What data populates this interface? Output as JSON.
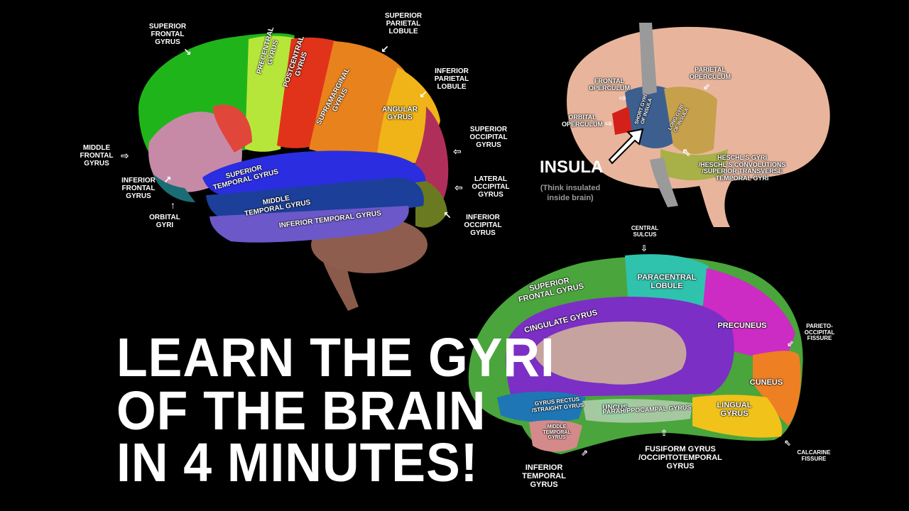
{
  "headline": {
    "line1": "LEARN THE GYRI",
    "line2": "OF THE BRAIN",
    "line3": "IN 4 MINUTES!"
  },
  "lateral": {
    "superior_frontal": "SUPERIOR\nFRONTAL\nGYRUS",
    "superior_parietal": "SUPERIOR\nPARIETAL\nLOBULE",
    "inferior_parietal": "INFERIOR\nPARIETAL\nLOBULE",
    "superior_occipital": "SUPERIOR\nOCCIPITAL\nGYRUS",
    "lateral_occipital": "LATERAL\nOCCIPITAL\nGYRUS",
    "inferior_occipital": "INFERIOR\nOCCIPITAL\nGYRUS",
    "middle_frontal": "MIDDLE\nFRONTAL\nGYRUS",
    "inferior_frontal": "INFERIOR\nFRONTAL\nGYRUS",
    "orbital": "ORBITAL\nGYRI",
    "precentral": "PRECENTRAL\nGYRUS",
    "postcentral": "POSTCENTRAL\nGYRUS",
    "supramarginal": "SUPRAMARGINAL\nGYRUS",
    "angular": "ANGULAR\nGYRUS",
    "superior_temporal": "SUPERIOR\nTEMPORAL GYRUS",
    "middle_temporal": "MIDDLE\nTEMPORAL GYRUS",
    "inferior_temporal": "INFERIOR TEMPORAL GYRUS"
  },
  "insula_panel": {
    "title": "INSULA",
    "note": "(Think insulated\ninside brain)",
    "frontal_operculum": "FRONTAL\nOPERCULUM",
    "parietal_operculum": "PARIETAL\nOPERCULUM",
    "orbital_operculum": "ORBITAL\nOPERCULUM",
    "short_gyri": "SHORT GYRI\nOF INSULA",
    "long_gyri": "LONG GYRI\nOF INSULA",
    "heschl": "HESCHL'S GYRI\n/HESCHL'S CONVOLUTIONS\n/SUPERIOR TRANSVERSE\nTEMPORAL GYRI"
  },
  "medial": {
    "central_sulcus": "CENTRAL\nSULCUS",
    "paracentral": "PARACENTRAL\nLOBULE",
    "superior_frontal": "SUPERIOR\nFRONTAL GYRUS",
    "cingulate": "CINGULATE GYRUS",
    "precuneus": "PRECUNEUS",
    "parieto_occipital": "PARIETO-\nOCCIPITAL\nFISSURE",
    "cuneus": "CUNEUS",
    "lingual": "LINGUAL\nGYRUS",
    "calcarine": "CALCARINE\nFISSURE",
    "gyrus_rectus": "GYRUS RECTUS\n/STRAIGHT GYRUS",
    "uncus": "UNCUS",
    "parahippocampal": "PARAHIPPOCAMPAL GYRUS",
    "middle_temporal": "MIDDLE\nTEMPORAL\nGYRUS",
    "fusiform": "FUSIFORM GYRUS\n/OCCIPITOTEMPORAL\nGYRUS",
    "inferior_temporal": "INFERIOR\nTEMPORAL\nGYRUS"
  },
  "colors": {
    "background": "#000000",
    "frontal_green": "#1fb51a",
    "precentral_yellowgreen": "#b6e63a",
    "postcentral_red": "#e0331a",
    "supramarginal_orange": "#e8821c",
    "angular_yellow": "#f0b418",
    "superior_temporal_blue": "#2a2ee0",
    "middle_temporal_navy": "#1c3f9a",
    "inferior_temporal_purple": "#6c58c8",
    "cerebellum_brown": "#8a5a4a",
    "insula_tissue": "#e8b59c",
    "cingulate_purple": "#7b2fc4",
    "paracentral_teal": "#2fc3ae",
    "precuneus_magenta": "#cc2bc4",
    "cuneus_orange": "#ee7f22",
    "lingual_yellow": "#f0c21a"
  }
}
